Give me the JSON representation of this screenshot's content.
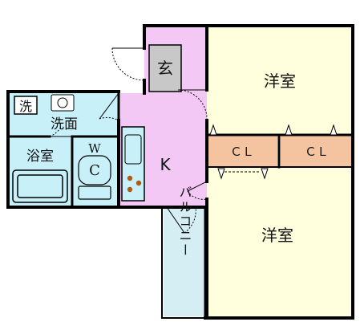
{
  "floorplan": {
    "colors": {
      "wall": "#000000",
      "room": "#ffffdd",
      "kitchen": "#f4c8f4",
      "wet": "#c8f0f8",
      "closet": "#f4c4a0",
      "entrance": "#c8c8c8",
      "balcony": "#d4eef4",
      "door": "#000000"
    },
    "labels": {
      "western_room_upper": "洋室",
      "western_room_lower": "洋室",
      "entrance": "玄",
      "kitchen": "K",
      "closet_left": "ＣＬ",
      "closet_right": "ＣＬ",
      "bath": "浴室",
      "washroom": "洗面",
      "washer": "洗",
      "toilet_w": "W",
      "toilet_c": "C",
      "balcony": "バルコニー"
    },
    "icons": [
      "sink-icon",
      "bathtub-icon",
      "toilet-icon",
      "stove-icon",
      "door-swing-icon"
    ]
  }
}
